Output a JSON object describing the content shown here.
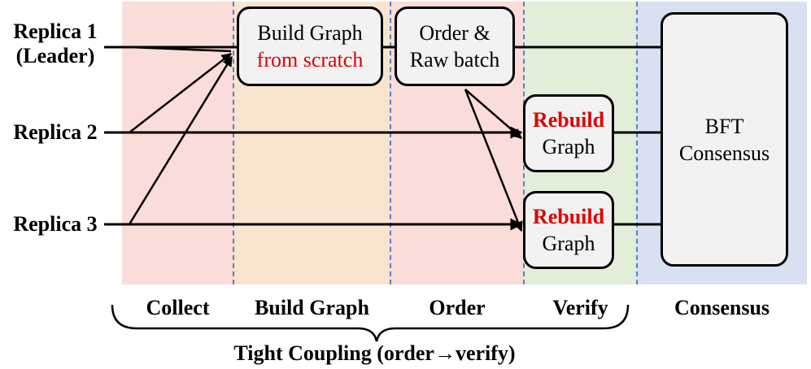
{
  "replicas": [
    {
      "name": "Replica 1",
      "role": "(Leader)"
    },
    {
      "name": "Replica 2"
    },
    {
      "name": "Replica 3"
    }
  ],
  "boxes": {
    "build_graph": {
      "line1": "Build Graph",
      "line2": "from scratch"
    },
    "order_batch": {
      "line1": "Order &",
      "line2": "Raw batch"
    },
    "rebuild_1": {
      "line1": "Rebuild",
      "line2": "Graph"
    },
    "rebuild_2": {
      "line1": "Rebuild",
      "line2": "Graph"
    },
    "consensus": {
      "line1": "BFT",
      "line2": "Consensus"
    }
  },
  "phases": [
    "Collect",
    "Build Graph",
    "Order",
    "Verify",
    "Consensus"
  ],
  "coupling_label": "Tight Coupling (order→verify)",
  "colors": {
    "collect_bg": "#fadcd9",
    "build_bg": "#f9e4d0",
    "order_bg": "#fadcd9",
    "verify_bg": "#e3eed8",
    "consensus_bg": "#d8e0f2",
    "divider": "#5b7fc6",
    "highlight": "#e00000",
    "box_fill": "#f2f2f2"
  }
}
